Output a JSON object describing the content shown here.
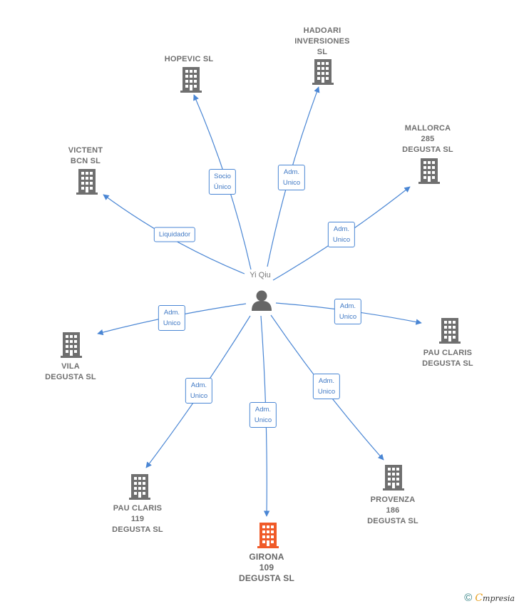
{
  "center": {
    "name": "Yi Qiu",
    "icon": "person-icon",
    "color": "#666666"
  },
  "colors": {
    "edge": "#4a86d4",
    "building": "#6f6f6f",
    "highlight": "#f05a28"
  },
  "nodes": [
    {
      "id": "hopevic",
      "lines": [
        "HOPEVIC  SL"
      ],
      "relation": [
        "Socio",
        "Único"
      ],
      "highlight": false
    },
    {
      "id": "hadoari",
      "lines": [
        "HADOARI",
        "INVERSIONES",
        "SL"
      ],
      "relation": [
        "Adm.",
        "Unico"
      ],
      "highlight": false
    },
    {
      "id": "mallorca",
      "lines": [
        "MALLORCA",
        "285",
        "DEGUSTA  SL"
      ],
      "relation": [
        "Adm.",
        "Unico"
      ],
      "highlight": false
    },
    {
      "id": "victent",
      "lines": [
        "VICTENT",
        "BCN  SL"
      ],
      "relation": [
        "Liquidador"
      ],
      "highlight": false
    },
    {
      "id": "pau-claris",
      "lines": [
        "PAU CLARIS",
        "DEGUSTA  SL"
      ],
      "relation": [
        "Adm.",
        "Unico"
      ],
      "highlight": false
    },
    {
      "id": "vila",
      "lines": [
        "VILA",
        "DEGUSTA  SL"
      ],
      "relation": [
        "Adm.",
        "Unico"
      ],
      "highlight": false
    },
    {
      "id": "provenza",
      "lines": [
        "PROVENZA",
        "186",
        "DEGUSTA  SL"
      ],
      "relation": [
        "Adm.",
        "Unico"
      ],
      "highlight": false
    },
    {
      "id": "pau-claris-119",
      "lines": [
        "PAU CLARIS",
        "119",
        "DEGUSTA  SL"
      ],
      "relation": [
        "Adm.",
        "Unico"
      ],
      "highlight": false
    },
    {
      "id": "girona",
      "lines": [
        "GIRONA",
        "109",
        "DEGUSTA  SL"
      ],
      "relation": [
        "Adm.",
        "Unico"
      ],
      "highlight": true
    }
  ],
  "footer": {
    "copyright": "©",
    "brand_initial": "C",
    "brand_rest": "mpresia"
  }
}
